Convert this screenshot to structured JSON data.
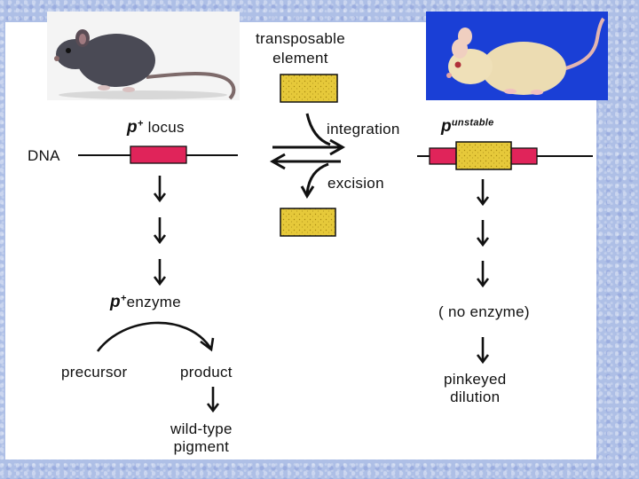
{
  "labels": {
    "transposable_element": "transposable\nelement",
    "locus_symbol": "p",
    "locus_sup": "+",
    "locus_text": " locus",
    "dna": "DNA",
    "integration": "integration",
    "excision": "excision",
    "unstable_symbol": "p",
    "unstable_sup": "unstable",
    "enzyme_symbol": "p",
    "enzyme_sup": "+",
    "enzyme_text": "enzyme",
    "no_enzyme": "( no enzyme)",
    "precursor": "precursor",
    "product": "product",
    "wild_type_pigment": "wild-type\npigment",
    "pinkeyed_dilution": "pinkeyed\ndilution"
  },
  "colors": {
    "locus_red": "#e0245a",
    "transposon_yellow": "#e6c93a",
    "line": "#111111",
    "background": "#aebfe6",
    "right_photo_bg": "#1a3fd6"
  },
  "icons": {
    "left_photo": "wild-type-dark-mouse",
    "right_photo": "pinkeyed-dilution-light-mouse"
  }
}
